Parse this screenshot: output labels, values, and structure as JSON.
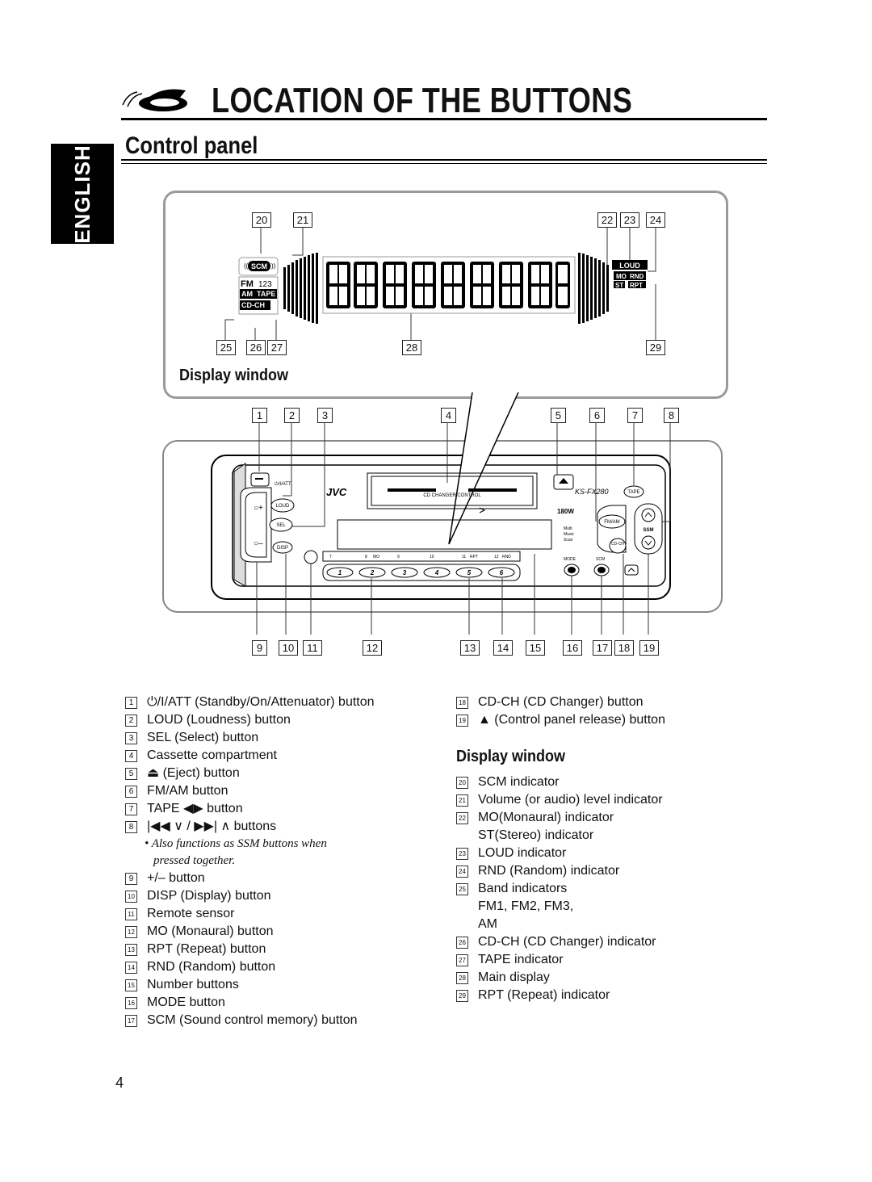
{
  "header": {
    "title": "LOCATION OF THE BUTTONS",
    "subtitle": "Control panel",
    "language_tab": "ENGLISH"
  },
  "display_window": {
    "label": "Display window",
    "top_numbers": [
      "20",
      "21",
      "22",
      "23",
      "24"
    ],
    "bottom_numbers": [
      "25",
      "26",
      "27",
      "28",
      "29"
    ],
    "indicators": {
      "scm": "SCM",
      "fm": "FM",
      "band_digits": "123",
      "am": "AM",
      "tape": "TAPE",
      "cdch": "CD-CH",
      "loud": "LOUD",
      "mo": "MO",
      "rnd": "RND",
      "st": "ST",
      "rpt": "RPT"
    }
  },
  "unit": {
    "top_numbers": [
      "1",
      "2",
      "3",
      "4",
      "5",
      "6",
      "7",
      "8"
    ],
    "bottom_numbers": [
      "9",
      "10",
      "11",
      "12",
      "13",
      "14",
      "15",
      "16",
      "17",
      "18",
      "19"
    ],
    "brand": "JVC",
    "model": "KS-FX280",
    "power": "180W",
    "att_label": "⏻/I/ATT",
    "cd_changer_label": "CD CHANGER CONTROL",
    "loud_btn": "LOUD",
    "sel_btn": "SEL",
    "disp_btn": "DISP",
    "tape_btn": "TAPE",
    "fmam_btn": "FM/AM",
    "ssm_btn": "SSM",
    "cdch_btn": "CD-CH",
    "mode_label": "MODE",
    "scm_label": "SCM",
    "multi_music_scan": [
      "Multi",
      "Music",
      "Scan"
    ],
    "strip_labels": [
      "7",
      "8",
      "MO",
      "9",
      "10",
      "11",
      "RPT",
      "12",
      "RND"
    ],
    "number_buttons": [
      "1",
      "2",
      "3",
      "4",
      "5",
      "6"
    ]
  },
  "left_list": [
    {
      "n": "1",
      "text": "⏻/I/ATT   (Standby/On/Attenuator) button"
    },
    {
      "n": "2",
      "text": "LOUD (Loudness) button"
    },
    {
      "n": "3",
      "text": "SEL (Select) button"
    },
    {
      "n": "4",
      "text": "Cassette compartment"
    },
    {
      "n": "5",
      "text": "⏏ (Eject) button"
    },
    {
      "n": "6",
      "text": "FM/AM button"
    },
    {
      "n": "7",
      "text": "TAPE ◀▶ button"
    },
    {
      "n": "8",
      "text": "|◀◀ ∨ / ▶▶| ∧ buttons"
    }
  ],
  "note_line1": "• Also functions as SSM buttons when",
  "note_line2": "pressed together.",
  "left_list2": [
    {
      "n": "9",
      "text": "+/– button"
    },
    {
      "n": "10",
      "text": "DISP (Display) button"
    },
    {
      "n": "11",
      "text": "Remote sensor"
    },
    {
      "n": "12",
      "text": "MO (Monaural) button"
    },
    {
      "n": "13",
      "text": "RPT (Repeat) button"
    },
    {
      "n": "14",
      "text": "RND (Random) button"
    },
    {
      "n": "15",
      "text": "Number buttons"
    },
    {
      "n": "16",
      "text": "MODE button"
    },
    {
      "n": "17",
      "text": "SCM (Sound control memory) button"
    }
  ],
  "right_list": [
    {
      "n": "18",
      "text": "CD-CH (CD Changer) button"
    },
    {
      "n": "19",
      "text": "▲ (Control panel release) button"
    }
  ],
  "display_window_heading": "Display window",
  "display_list": [
    {
      "n": "20",
      "text": "SCM indicator"
    },
    {
      "n": "21",
      "text": "Volume (or audio) level indicator"
    },
    {
      "n": "22",
      "text": "MO(Monaural) indicator"
    },
    {
      "n": "",
      "text": "ST(Stereo) indicator"
    },
    {
      "n": "23",
      "text": "LOUD indicator"
    },
    {
      "n": "24",
      "text": "RND (Random) indicator"
    },
    {
      "n": "25",
      "text": "Band indicators"
    },
    {
      "n": "",
      "text": "FM1, FM2, FM3,"
    },
    {
      "n": "",
      "text": "AM"
    },
    {
      "n": "26",
      "text": "CD-CH (CD Changer) indicator"
    },
    {
      "n": "27",
      "text": "TAPE indicator"
    },
    {
      "n": "28",
      "text": "Main display"
    },
    {
      "n": "29",
      "text": "RPT (Repeat) indicator"
    }
  ],
  "page_number": "4"
}
